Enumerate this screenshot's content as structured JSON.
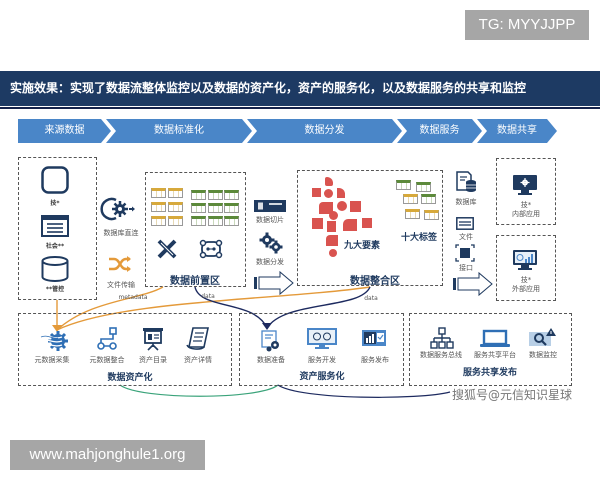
{
  "watermarks": {
    "top": "TG: MYYJJPP",
    "bottom": "www.mahjonghule1.org",
    "overlay": "搜狐号@元信知识星球"
  },
  "banner": {
    "title": "实施效果：实现了数据流整体监控以及数据的资产化，资产的服务化，以及数据服务的共享和监控"
  },
  "stages": [
    {
      "label": "来源数据"
    },
    {
      "label": "数据标准化"
    },
    {
      "label": "数据分发"
    },
    {
      "label": "数据服务"
    },
    {
      "label": "数据共享"
    }
  ],
  "source_box": {
    "items": [
      {
        "label": "技*",
        "icon": "rounded-square-icon"
      },
      {
        "label": "社会**",
        "icon": "document-list-icon"
      },
      {
        "label": "**管控",
        "icon": "database-cylinder-icon"
      }
    ]
  },
  "ingest_methods": [
    {
      "label": "数据库直连",
      "icon": "gear-connect-icon"
    },
    {
      "label": "文件传输",
      "icon": "shuffle-icon"
    }
  ],
  "front_zone": {
    "title": "数据前置区"
  },
  "distribute_methods": [
    {
      "label": "数据切片",
      "icon": "slice-icon"
    },
    {
      "label": "数据分发",
      "icon": "gears-icon"
    }
  ],
  "integration_zone": {
    "title": "数据整合区",
    "elements_label": "九大要素",
    "tags_label": "十大标签"
  },
  "service_methods": [
    {
      "label": "数据库",
      "icon": "database-doc-icon"
    },
    {
      "label": "文件",
      "icon": "file-icon"
    },
    {
      "label": "接口",
      "icon": "interface-icon"
    }
  ],
  "apps": [
    {
      "line1": "技*",
      "line2": "内部应用",
      "icon": "monitor-gear-icon"
    },
    {
      "line1": "技*",
      "line2": "外部应用",
      "icon": "monitor-chart-icon"
    }
  ],
  "flow_labels": {
    "metadata": "metadata",
    "data1": "data",
    "data2": "data"
  },
  "asset_box": {
    "title": "数据资产化",
    "items": [
      {
        "label": "元数据采集",
        "icon": "metadata-gear-icon"
      },
      {
        "label": "元数据整合",
        "icon": "flow-nodes-icon"
      },
      {
        "label": "资产目录",
        "icon": "presentation-board-icon"
      },
      {
        "label": "资产详情",
        "icon": "document-scroll-icon"
      }
    ]
  },
  "asset_service_box": {
    "title": "资产服务化",
    "items": [
      {
        "label": "数据准备",
        "icon": "data-prep-icon"
      },
      {
        "label": "服务开发",
        "icon": "monitor-network-icon"
      },
      {
        "label": "服务发布",
        "icon": "publish-chart-icon"
      }
    ]
  },
  "share_box": {
    "title": "服务共享发布",
    "items": [
      {
        "label": "数据服务总线",
        "icon": "hierarchy-icon"
      },
      {
        "label": "服务共享平台",
        "icon": "laptop-icon"
      },
      {
        "label": "数据监控",
        "icon": "monitor-search-alert-icon"
      }
    ]
  },
  "colors": {
    "banner": "#1d3a63",
    "chevron": "#4a86c8",
    "navy_icon": "#1f3a5f",
    "orange": "#e49a3a",
    "red_element": "#d9534f",
    "green_table": "#5c8a3a",
    "yellow_table": "#d7a93b",
    "teal_curve": "#3aa37a"
  }
}
